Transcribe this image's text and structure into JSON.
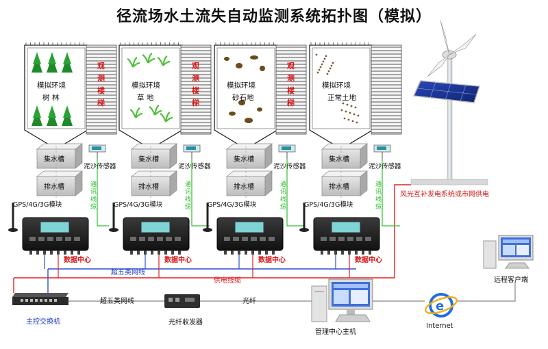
{
  "title": "径流场水土流失自动监测系统拓扑图（模拟）",
  "plots": [
    {
      "line1": "模拟环境",
      "line2": "树  林",
      "vegetation": "trees"
    },
    {
      "line1": "模拟环境",
      "line2": "草  地",
      "vegetation": "grass"
    },
    {
      "line1": "模拟环境",
      "line2": "砂石地",
      "vegetation": "gravel"
    },
    {
      "line1": "模拟环境",
      "line2": "正常土地",
      "vegetation": "soil"
    }
  ],
  "observe_stairs": [
    "观",
    "测",
    "楼",
    "梯"
  ],
  "collect_tank": "集水槽",
  "drain_tank": "排水槽",
  "sediment_sensor": "泥沙传感器",
  "comm_cable": [
    "通",
    "讯",
    "线",
    "缆"
  ],
  "gps_module": "GPS/4G/3G模块",
  "data_center": "数据中心",
  "cat5_cable": "超五类网线",
  "power_cable": "供电线缆",
  "fiber": "光纤",
  "wind_solar": "风光互补发电系统或市网供电",
  "main_switch": "主控交换机",
  "fiber_transceiver": "光纤收发器",
  "mgmt_host": "管理中心主机",
  "internet": "Internet",
  "remote_client": "远程客户端",
  "colors": {
    "green_line": "#2fbf2f",
    "red_line": "#e02020",
    "blue_line": "#2a4fd0",
    "gray_line": "#9a9a9a",
    "red_text": "#d81818",
    "blue_text": "#1a3cc8"
  }
}
